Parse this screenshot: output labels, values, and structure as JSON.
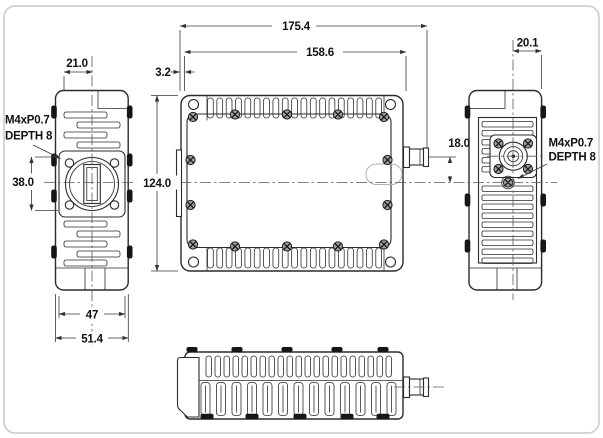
{
  "drawing": {
    "dimensions": {
      "overall_width": "175.4",
      "body_width": "158.6",
      "edge_offset": "3.2",
      "left_top_offset": "21.0",
      "right_top_offset": "20.1",
      "flange_bolt_span": "38.0",
      "body_height": "124.0",
      "connector_offset": "18.0",
      "flange_width": "47",
      "side_width": "51.4"
    },
    "annotations": {
      "left_thread": "M4xP0.7",
      "left_depth": "DEPTH 8",
      "right_thread": "M4xP0.7",
      "right_depth": "DEPTH 8"
    },
    "colors": {
      "line": "#2b2b2b",
      "dimension": "#3a3a3a",
      "centerline": "#595959",
      "background": "#ffffff",
      "frame": "#c9c9c9"
    }
  }
}
